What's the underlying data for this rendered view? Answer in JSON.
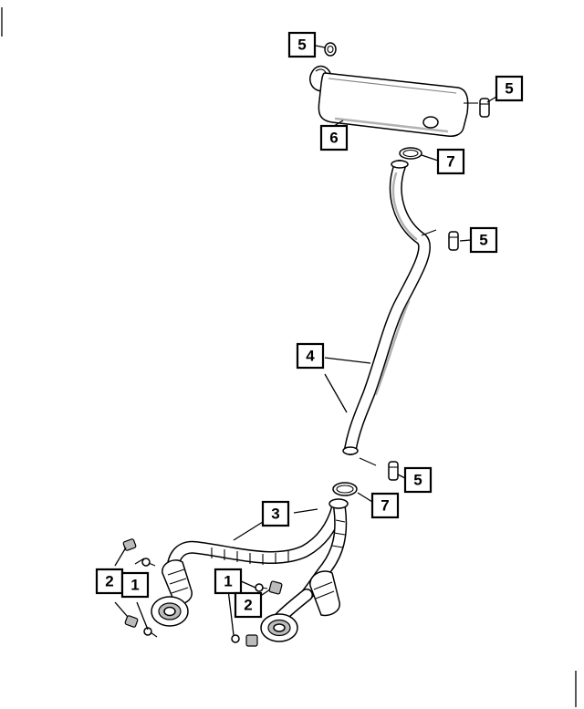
{
  "diagram": {
    "callouts": [
      {
        "id": "c5-top",
        "label": "5"
      },
      {
        "id": "c5-right-top",
        "label": "5"
      },
      {
        "id": "c6",
        "label": "6"
      },
      {
        "id": "c7-top",
        "label": "7"
      },
      {
        "id": "c5-mid",
        "label": "5"
      },
      {
        "id": "c4",
        "label": "4"
      },
      {
        "id": "c5-low",
        "label": "5"
      },
      {
        "id": "c7-low",
        "label": "7"
      },
      {
        "id": "c3",
        "label": "3"
      },
      {
        "id": "c2-left",
        "label": "2"
      },
      {
        "id": "c1-left",
        "label": "1"
      },
      {
        "id": "c1-center",
        "label": "1"
      },
      {
        "id": "c2-center",
        "label": "2"
      }
    ]
  },
  "colors": {
    "line": "#000000",
    "background": "#ffffff",
    "shade": "#555555"
  }
}
